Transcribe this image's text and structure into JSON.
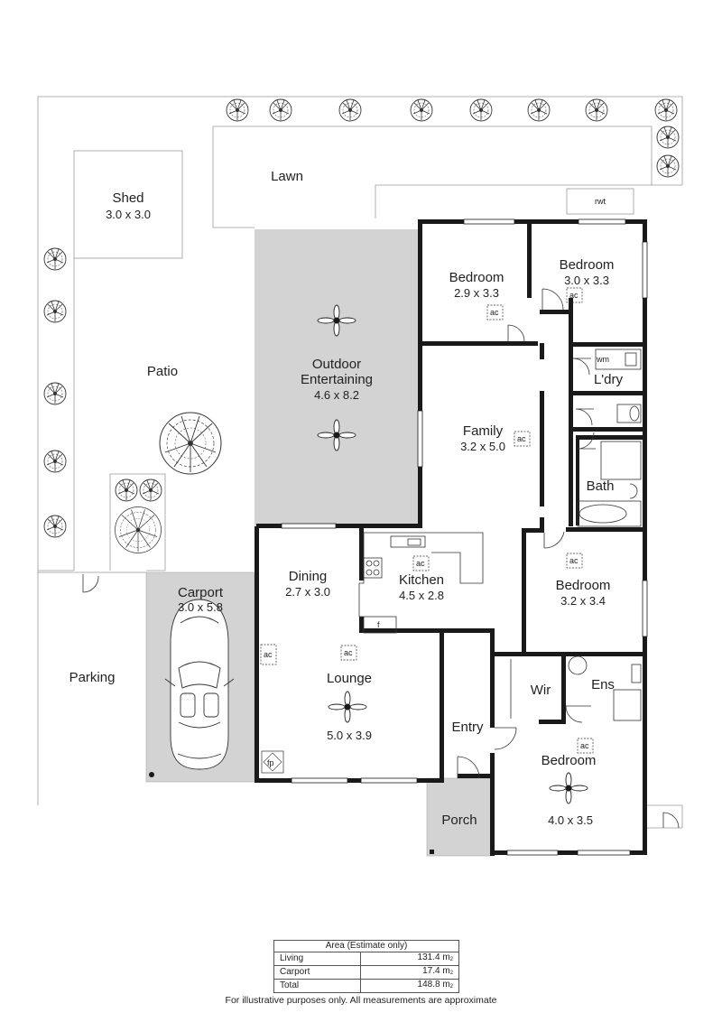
{
  "rooms": {
    "shed": {
      "name": "Shed",
      "dims": "3.0 x 3.0"
    },
    "lawn": {
      "name": "Lawn"
    },
    "rwt": "rwt",
    "patio": {
      "name": "Patio"
    },
    "outdoor": {
      "name1": "Outdoor",
      "name2": "Entertaining",
      "dims": "4.6 x 8.2"
    },
    "bedroom2": {
      "name": "Bedroom",
      "dims": "2.9 x 3.3"
    },
    "bedroom3": {
      "name": "Bedroom",
      "dims": "3.0 x 3.3"
    },
    "laundry": {
      "name": "L'dry",
      "wm": "wm"
    },
    "family": {
      "name": "Family",
      "dims": "3.2 x 5.0"
    },
    "bath": {
      "name": "Bath"
    },
    "dining": {
      "name": "Dining",
      "dims": "2.7 x 3.0"
    },
    "kitchen": {
      "name": "Kitchen",
      "dims": "4.5 x 2.8",
      "fridge": "f"
    },
    "carport": {
      "name": "Carport",
      "dims": "3.0 x 5.8"
    },
    "bedroom4": {
      "name": "Bedroom",
      "dims": "3.2 x 3.4"
    },
    "lounge": {
      "name": "Lounge",
      "dims": "5.0 x 3.9",
      "fireplace": "fp"
    },
    "wir": {
      "name": "Wir"
    },
    "ens": {
      "name": "Ens"
    },
    "parking": {
      "name": "Parking"
    },
    "entry": {
      "name": "Entry"
    },
    "master": {
      "name": "Bedroom",
      "dims": "4.0 x 3.5"
    },
    "porch": {
      "name": "Porch"
    }
  },
  "ac_label": "ac",
  "area_table": {
    "title": "Area (Estimate only)",
    "rows": [
      {
        "label": "Living",
        "value": "131.4 m",
        "unit_sub": "2"
      },
      {
        "label": "Carport",
        "value": "17.4 m",
        "unit_sub": "2"
      },
      {
        "label": "Total",
        "value": "148.8 m",
        "unit_sub": "2"
      }
    ]
  },
  "footnote": "For illustrative purposes only. All measurements are approximate",
  "colors": {
    "wall": "#1a1a1a",
    "shaded_area": "#d3d3d3",
    "boundary": "#9a9a9a"
  }
}
